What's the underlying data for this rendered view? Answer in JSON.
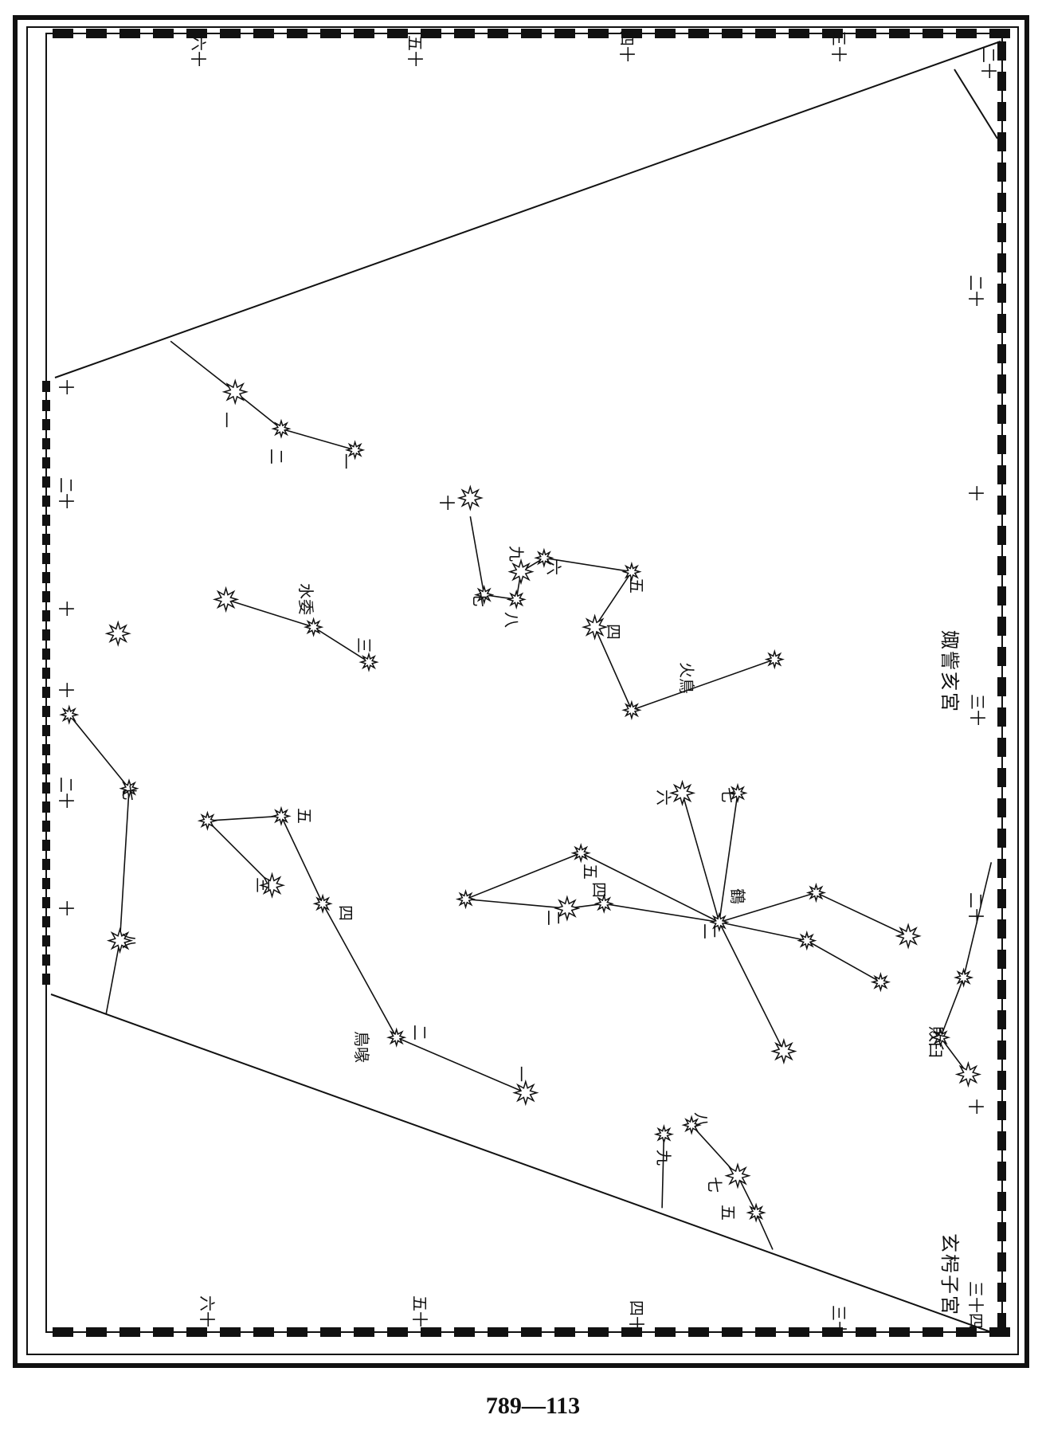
{
  "top_scale": [
    "六十",
    "五十",
    "四十",
    "三十",
    "二十"
  ],
  "bottom_scale": [
    "六十",
    "五十",
    "四十",
    "三十"
  ],
  "right_scale": [
    "二十",
    "十",
    "三十",
    "二十",
    "十",
    "三十四"
  ],
  "left_scale": [
    "十",
    "二十",
    "十",
    "十",
    "二十",
    "十"
  ],
  "constellations": [
    "水委",
    "火鳥",
    "鶴",
    "鳥喙",
    "敗臼"
  ],
  "houses": [
    "娵訾亥宮",
    "玄枵子宮"
  ],
  "star_numbers": [
    "一",
    "二",
    "三",
    "四",
    "五",
    "六",
    "七",
    "八",
    "九",
    "十"
  ],
  "page_number": "789—113",
  "colors": {
    "ink": "#111111",
    "paper": "#ffffff"
  }
}
